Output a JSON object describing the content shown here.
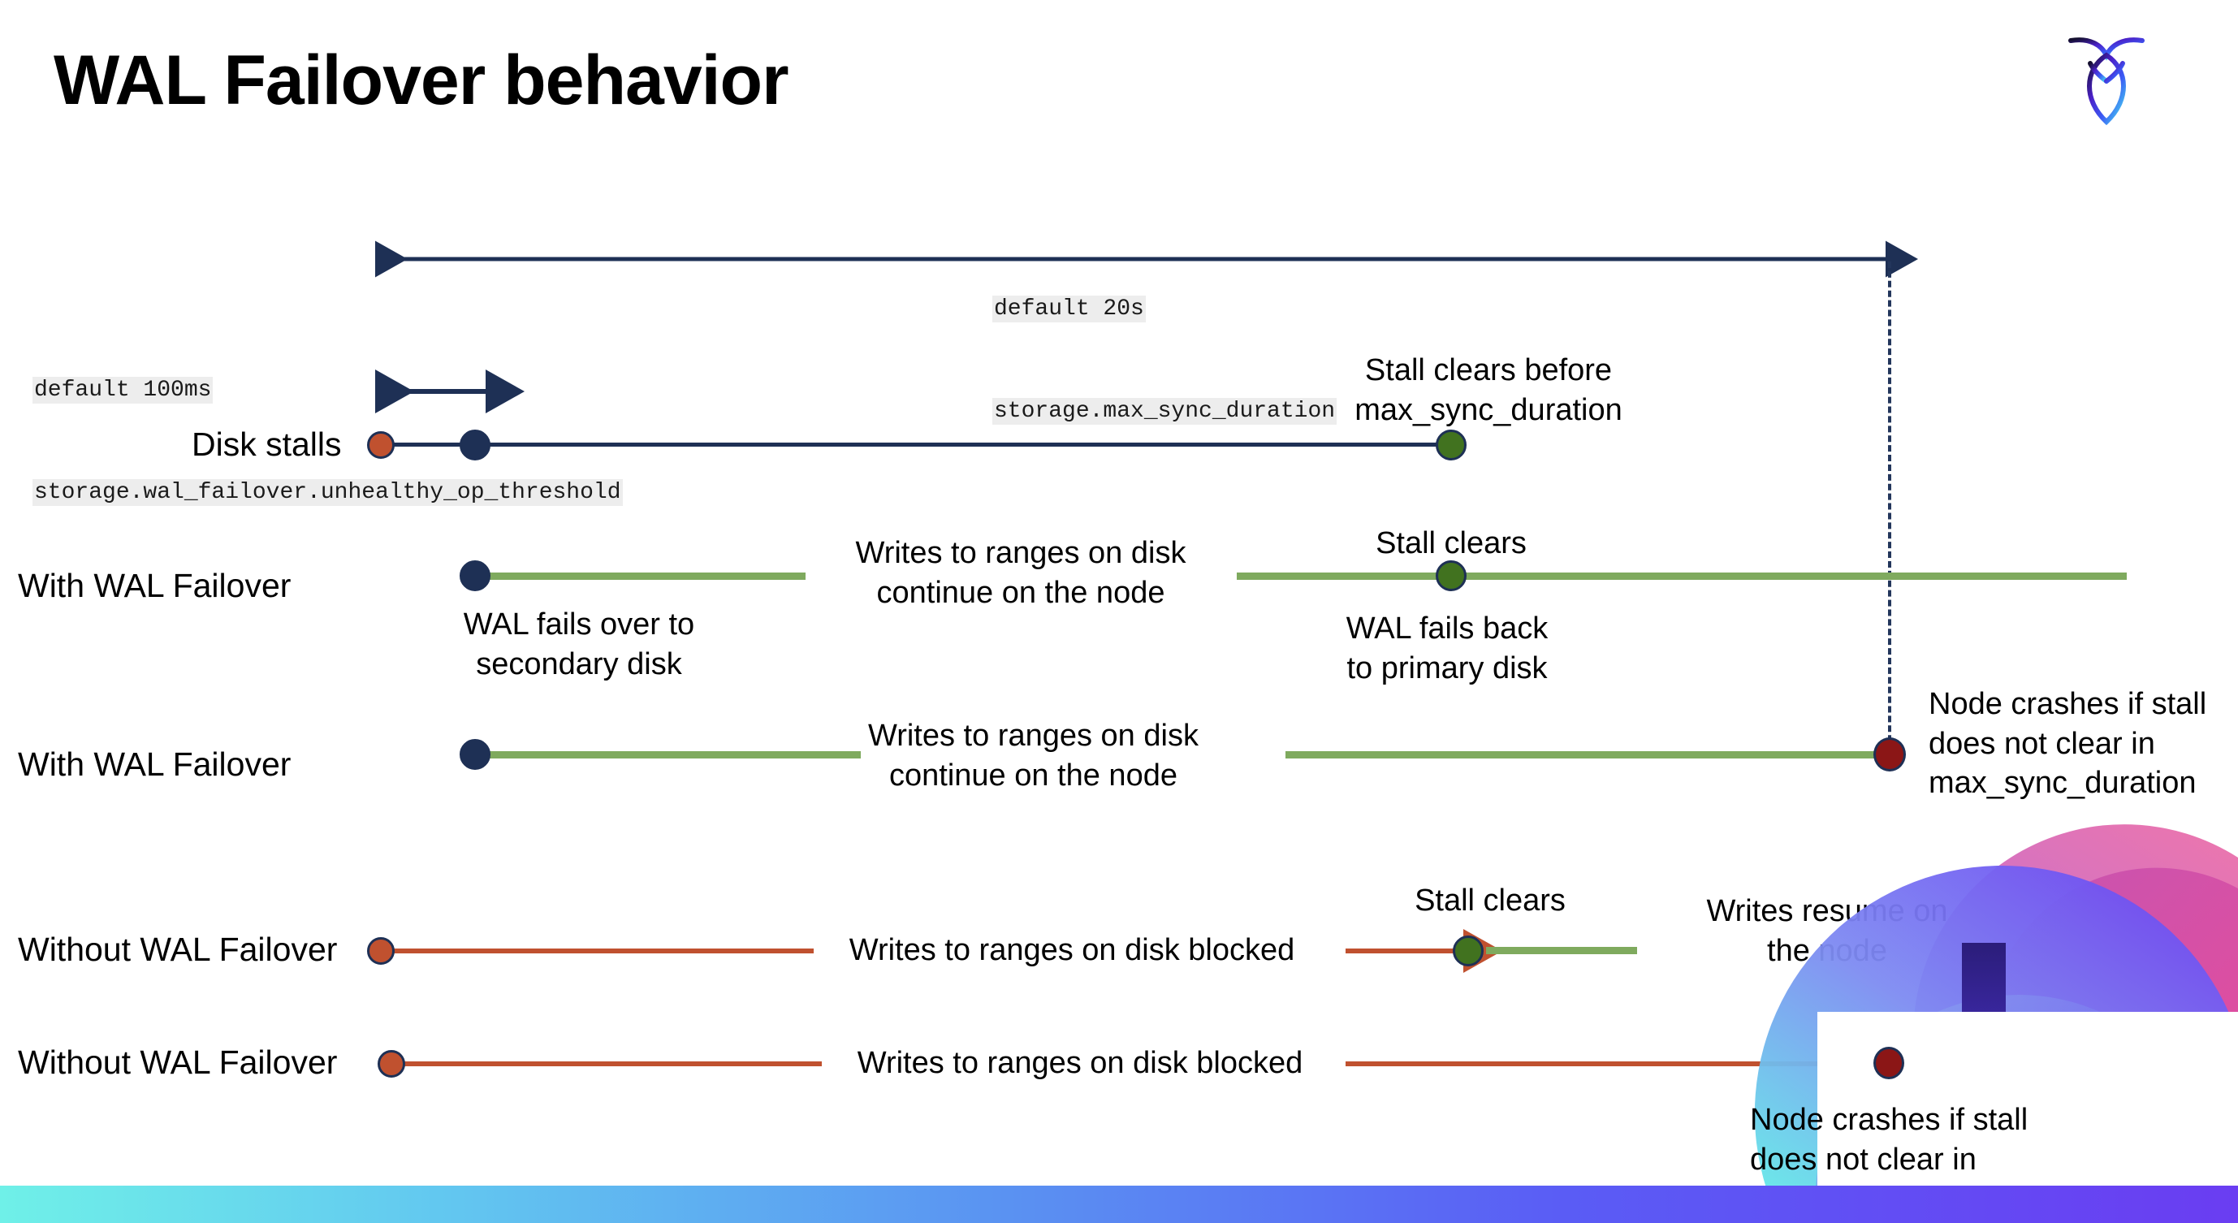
{
  "slide": {
    "title": "WAL Failover behavior",
    "logo_name": "cockroachdb-logo",
    "colors": {
      "navy": "#1e3055",
      "green_line": "#7faa5e",
      "green_dot": "#41721f",
      "orange": "#c0512f",
      "dark_red": "#8b1616",
      "code_bg": "#ededed"
    }
  },
  "annotations": {
    "max_sync_default": "default 20s",
    "max_sync_setting": "storage.max_sync_duration",
    "unhealthy_default": "default 100ms",
    "unhealthy_setting": "storage.wal_failover.unhealthy_op_threshold"
  },
  "rows": [
    {
      "id": "disk-stalls",
      "label": "Disk stalls",
      "notes": [
        {
          "id": "stall-clears-before",
          "text": "Stall clears before\nmax_sync_duration"
        }
      ]
    },
    {
      "id": "with-wal-failover-1",
      "label": "With WAL Failover",
      "notes": [
        {
          "id": "writes-continue-1",
          "text": "Writes to ranges on disk\ncontinue on the node"
        },
        {
          "id": "wal-fails-over",
          "text": "WAL fails over to\nsecondary disk"
        },
        {
          "id": "stall-clears-1",
          "text": "Stall clears"
        },
        {
          "id": "wal-fails-back",
          "text": "WAL fails  back\nto primary disk"
        }
      ]
    },
    {
      "id": "with-wal-failover-2",
      "label": "With WAL Failover",
      "notes": [
        {
          "id": "writes-continue-2",
          "text": "Writes to ranges on disk\ncontinue on the node"
        },
        {
          "id": "node-crashes-1",
          "text": "Node crashes if stall\ndoes not clear in\nmax_sync_duration"
        }
      ]
    },
    {
      "id": "without-wal-failover-1",
      "label": "Without WAL Failover",
      "notes": [
        {
          "id": "writes-blocked-1",
          "text": "Writes to ranges on disk  blocked"
        },
        {
          "id": "stall-clears-2",
          "text": "Stall clears"
        },
        {
          "id": "writes-resume",
          "text": "Writes resume on\nthe node"
        }
      ]
    },
    {
      "id": "without-wal-failover-2",
      "label": "Without WAL Failover",
      "notes": [
        {
          "id": "writes-blocked-2",
          "text": "Writes to ranges on disk  blocked"
        },
        {
          "id": "node-crashes-2",
          "text": "Node crashes if stall\ndoes not clear in\nmax_sync_duration"
        }
      ]
    }
  ]
}
